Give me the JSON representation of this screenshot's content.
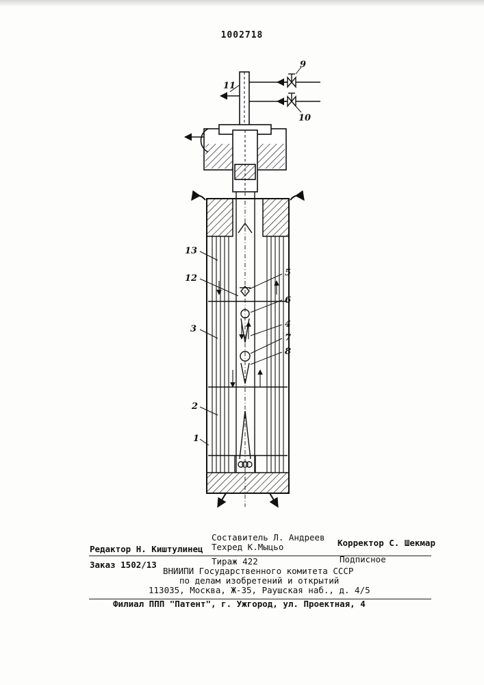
{
  "patent_number": "1002718",
  "figure_labels": {
    "l1": "1",
    "l2": "2",
    "l3": "3",
    "l4": "4",
    "l5": "5",
    "l6": "6",
    "l7": "7",
    "l8": "8",
    "l9": "9",
    "l10": "10",
    "l11": "11",
    "l12": "12",
    "l13": "13"
  },
  "footer": {
    "compiler": "Составитель  Л. Андреев",
    "editor": "Редактор Н. Киштулинец",
    "techred": "Техред К.Мыцьо",
    "corrector": "Корректор С. Шекмар",
    "order": "Заказ 1502/13",
    "circulation": "Тираж 422",
    "subscription": "Подписное",
    "org1": "ВНИИПИ Государственного комитета СССР",
    "org2": "по делам изобретений и открытий",
    "address": "113035, Москва, Ж-35, Раушская наб., д. 4/5",
    "branch": "Филиал ППП \"Патент\", г. Ужгород, ул. Проектная, 4"
  }
}
